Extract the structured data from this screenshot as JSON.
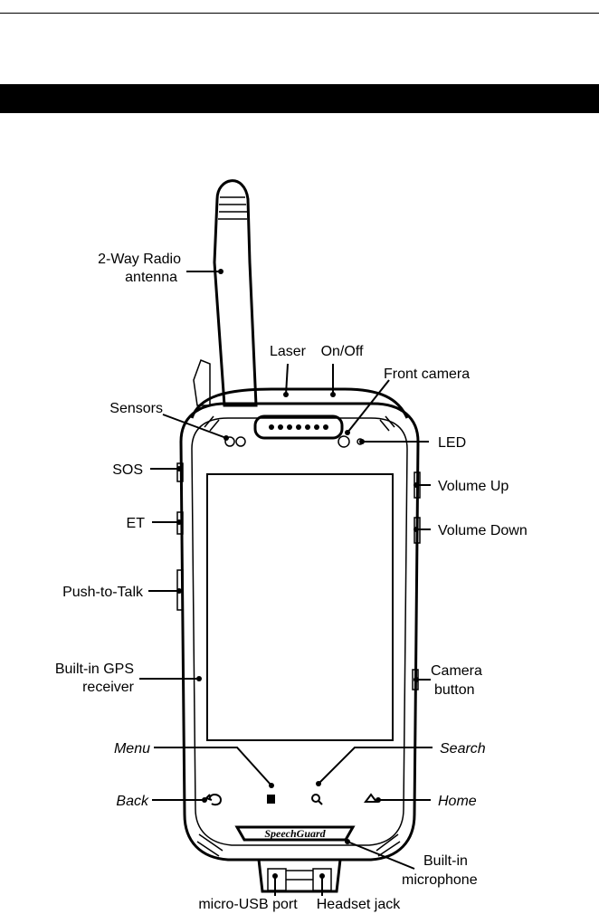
{
  "labels": {
    "antenna_line1": "2-Way Radio",
    "antenna_line2": "antenna",
    "laser": "Laser",
    "on_off": "On/Off",
    "front_camera": "Front camera",
    "sensors": "Sensors",
    "led": "LED",
    "sos": "SOS",
    "volume_up": "Volume Up",
    "et": "ET",
    "volume_down": "Volume Down",
    "push_to_talk": "Push-to-Talk",
    "gps_line1": "Built-in GPS",
    "gps_line2": "receiver",
    "camera_button_line1": "Camera",
    "camera_button_line2": "button",
    "menu": "Menu",
    "search": "Search",
    "back": "Back",
    "home": "Home",
    "mic_line1": "Built-in",
    "mic_line2": "microphone",
    "micro_usb": "micro-USB port",
    "headset_jack": "Headset jack"
  },
  "brand": {
    "logo_text": "SpeechGuard"
  }
}
